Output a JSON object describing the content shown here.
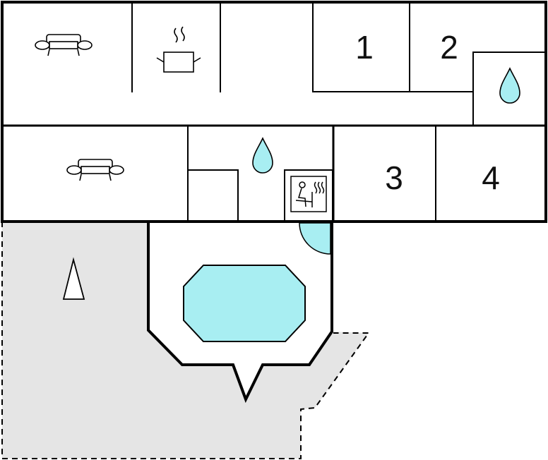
{
  "floor_plan": {
    "colors": {
      "wall": "#000000",
      "terrace": "#e5e5e5",
      "water": "#a8eef2",
      "background": "#ffffff"
    },
    "bedrooms": [
      {
        "label": "1"
      },
      {
        "label": "2"
      },
      {
        "label": "3"
      },
      {
        "label": "4"
      }
    ],
    "icons": [
      "sofa-icon",
      "cooking-pot-icon",
      "water-drop-icon",
      "sauna-icon",
      "compass-north-icon",
      "pool-icon"
    ]
  }
}
